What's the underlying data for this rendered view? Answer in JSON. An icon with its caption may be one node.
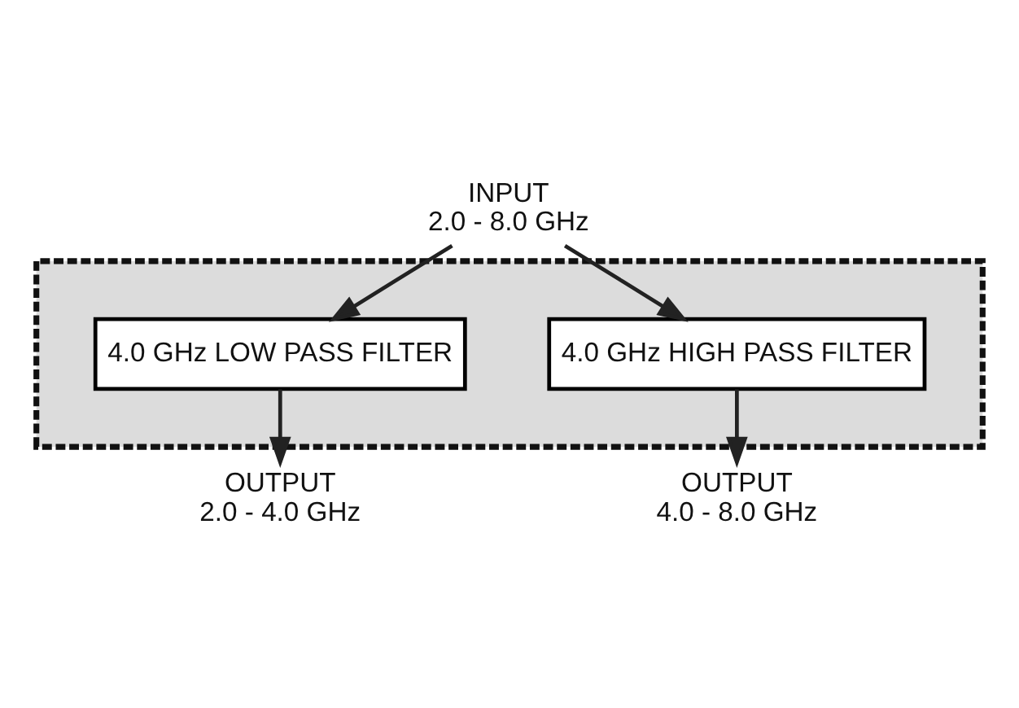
{
  "diagram": {
    "nodes": [
      {
        "text": [],
        "shape": "box"
      },
      {
        "text": [
          "4.0 GHz LOW PASS FILTER"
        ],
        "in": 0
      },
      {
        "text": [
          "4.0 GHz HIGH PASS FILTER"
        ],
        "in": 0
      },
      {
        "text": [
          "INPUT",
          "2.0 - 8.0 GHz"
        ]
      },
      {
        "text": [
          "OUTPUT",
          "2.0 - 4.0 GHz"
        ]
      },
      {
        "text": [
          "OUTPUT",
          "4.0 - 8.0 GHz"
        ]
      }
    ],
    "edges": [
      {
        "from": 3,
        "to": 1,
        "arrow": "to"
      },
      {
        "from": 3,
        "to": 2,
        "arrow": "to"
      },
      {
        "from": 1,
        "to": 4,
        "arrow": "to"
      },
      {
        "from": 2,
        "to": 5,
        "arrow": "to"
      }
    ]
  }
}
